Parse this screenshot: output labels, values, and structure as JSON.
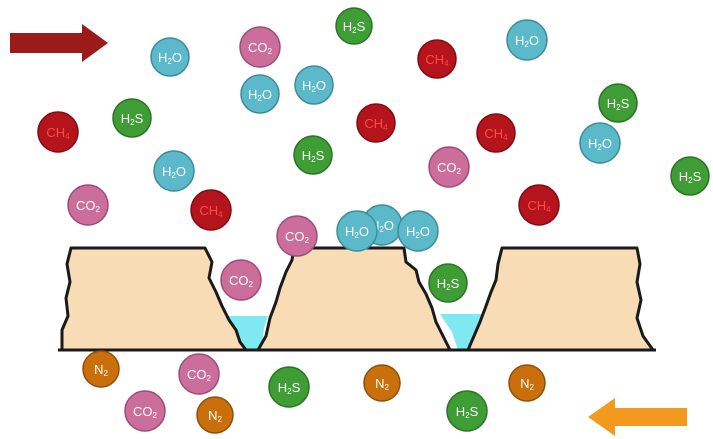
{
  "colors": {
    "background": "#ffffff",
    "solid_fill": "#f7dcb6",
    "solid_outline": "#1a1a1a",
    "liquid": "#7fe9f2",
    "arrow_red": "#9b1a1a",
    "arrow_orange": "#f39a1e"
  },
  "species": {
    "H2O": {
      "main": "H",
      "sub": "2",
      "tail": "O",
      "fill": "#5bb9c9",
      "edge": "#3b8d9b",
      "text": "#ffffff"
    },
    "CO2": {
      "main": "CO",
      "sub": "2",
      "tail": "",
      "fill": "#cc6e9c",
      "edge": "#9c4d75",
      "text": "#ffffff"
    },
    "H2S": {
      "main": "H",
      "sub": "2",
      "tail": "S",
      "fill": "#3e9e35",
      "edge": "#2a7424",
      "text": "#ffffff"
    },
    "CH4": {
      "main": "CH",
      "sub": "4",
      "tail": "",
      "fill": "#b5141c",
      "edge": "#7e0c12",
      "text": "#ff4a4a"
    },
    "N2": {
      "main": "N",
      "sub": "2",
      "tail": "",
      "fill": "#c9700d",
      "edge": "#8f4f08",
      "text": "#ffffff"
    }
  },
  "molecules": [
    {
      "s": "H2S"
    },
    {
      "s": "H2O"
    },
    {
      "s": "CO2"
    },
    {
      "s": "CH4"
    },
    {
      "s": "H2O"
    },
    {
      "s": "H2O"
    },
    {
      "s": "H2O"
    },
    {
      "s": "H2S"
    },
    {
      "s": "H2S"
    },
    {
      "s": "CH4"
    },
    {
      "s": "CH4"
    },
    {
      "s": "CH4"
    },
    {
      "s": "H2O"
    },
    {
      "s": "H2S"
    },
    {
      "s": "H2O"
    },
    {
      "s": "CO2"
    },
    {
      "s": "H2S"
    },
    {
      "s": "CO2"
    },
    {
      "s": "CH4"
    },
    {
      "s": "CH4"
    },
    {
      "s": "CO2"
    },
    {
      "s": "H2O"
    },
    {
      "s": "H2O"
    },
    {
      "s": "H2O"
    },
    {
      "s": "CO2"
    },
    {
      "s": "H2S"
    },
    {
      "s": "N2"
    },
    {
      "s": "CO2"
    },
    {
      "s": "H2S"
    },
    {
      "s": "N2"
    },
    {
      "s": "N2"
    },
    {
      "s": "CO2"
    },
    {
      "s": "N2"
    },
    {
      "s": "H2S"
    }
  ]
}
